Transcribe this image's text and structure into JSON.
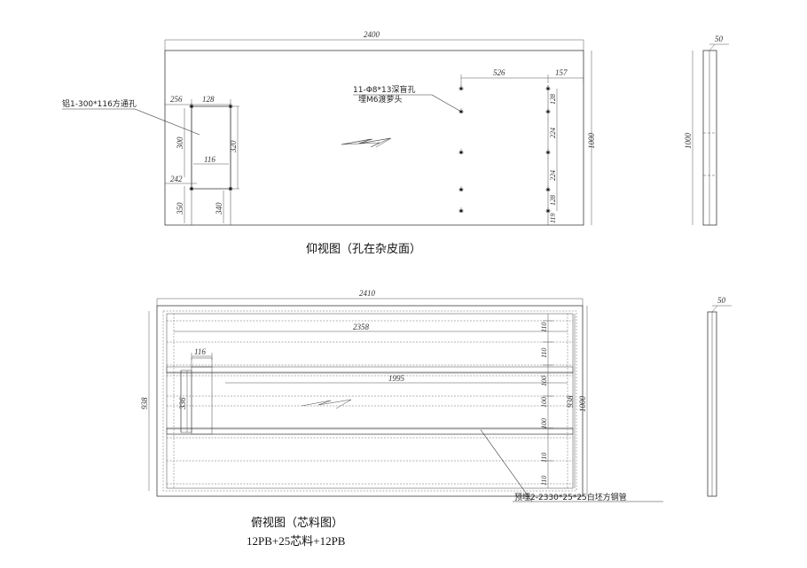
{
  "drawing": {
    "type": "cad-engineering-drawing",
    "units": "mm"
  },
  "views": {
    "bottom_view": {
      "title": "仰视图（孔在杂皮面）",
      "overall_width": "2400",
      "overall_height": "1000",
      "annotations": [
        {
          "name": "square-hole-note",
          "text": "铝1-300*116方通孔"
        },
        {
          "name": "blind-hole-note-line1",
          "text": "11-Φ8*13深盲孔"
        },
        {
          "name": "blind-hole-note-line2",
          "text": "埋M6渡萝头"
        }
      ],
      "dimensions": {
        "top_overall": "2400",
        "right_overall": "1000",
        "left_chain_horizontal": [
          "256",
          "128"
        ],
        "left_cutout_height": "300",
        "left_cutout_outer_height": "320",
        "left_cutout_width": "116",
        "left_offset_242": "242",
        "left_bottom_350": "350",
        "left_bottom_340": "340",
        "hole_col_span_526": "526",
        "hole_edge_157": "157",
        "right_chain_vertical": [
          "128",
          "224",
          "224",
          "128",
          "119"
        ]
      },
      "hole_columns": [
        {
          "name": "middle-hole-column",
          "count": 5
        },
        {
          "name": "right-hole-column",
          "count": 5
        }
      ]
    },
    "bottom_view_side": {
      "thickness": "50",
      "height": "1000"
    },
    "top_view": {
      "title": "俯视图（芯料图）",
      "subtitle": "12PB+25芯料+12PB",
      "annotations": [
        {
          "name": "embedded-tube-note",
          "text": "预埋2-2330*25*25白坯方钢管"
        }
      ],
      "dimensions": {
        "top_overall": "2410",
        "inner_rail_2358": "2358",
        "inner_rail_1995": "1995",
        "notch_width_116": "116",
        "notch_height_336": "336",
        "right_overall_938": "938",
        "right_overall_1000": "1000",
        "right_chain_vertical": [
          "110",
          "110",
          "100",
          "100",
          "100",
          "110",
          "110"
        ]
      }
    },
    "top_view_side": {
      "thickness": "50"
    }
  },
  "colors": {
    "line": "#222222",
    "dim": "#555555",
    "background": "#ffffff"
  }
}
